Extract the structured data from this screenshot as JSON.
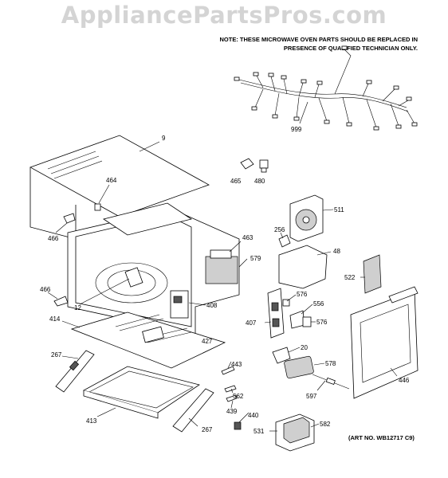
{
  "watermark": "AppliancePartsPros.com",
  "note": {
    "line1": "NOTE: THESE MICROWAVE OVEN PARTS SHOULD BE REPLACED IN",
    "line2": "PRESENCE OF QUALIFIED TECHNICIAN ONLY."
  },
  "art_number": "(ART NO. WB12717 C9)",
  "labels": {
    "p9": "9",
    "p464": "464",
    "p466a": "466",
    "p466b": "466",
    "p12": "12",
    "p414": "414",
    "p267a": "267",
    "p413": "413",
    "p267b": "267",
    "p427": "427",
    "p463": "463",
    "p579": "579",
    "p408": "408",
    "p443": "443",
    "p562": "562",
    "p439": "439",
    "p440": "440",
    "p999": "999",
    "p465": "465",
    "p480": "480",
    "p511": "511",
    "p256": "256",
    "p48": "48",
    "p522": "522",
    "p576a": "576",
    "p556": "556",
    "p407": "407",
    "p576b": "576",
    "p20": "20",
    "p578": "578",
    "p597": "597",
    "p446": "446",
    "p531": "531",
    "p582": "582"
  }
}
